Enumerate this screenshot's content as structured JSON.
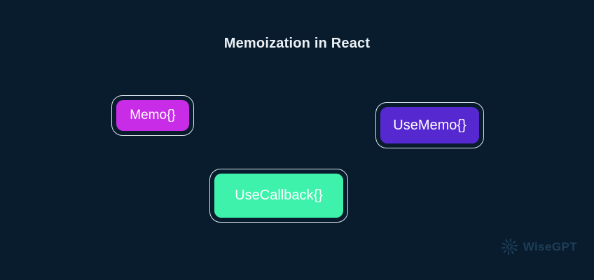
{
  "page": {
    "title": "Memoization in React",
    "background_color": "#081c2d",
    "title_color": "#ecf1f6"
  },
  "badges": [
    {
      "id": "memo",
      "label": "Memo{}",
      "fill": "#c82ce6"
    },
    {
      "id": "usememo",
      "label": "UseMemo{}",
      "fill": "#5628cf"
    },
    {
      "id": "usecallback",
      "label": "UseCallback{}",
      "fill": "#3ef2ab"
    }
  ],
  "watermark": {
    "label": "WiseGPT",
    "color": "#1e3e58",
    "icon": "pinwheel-icon"
  }
}
